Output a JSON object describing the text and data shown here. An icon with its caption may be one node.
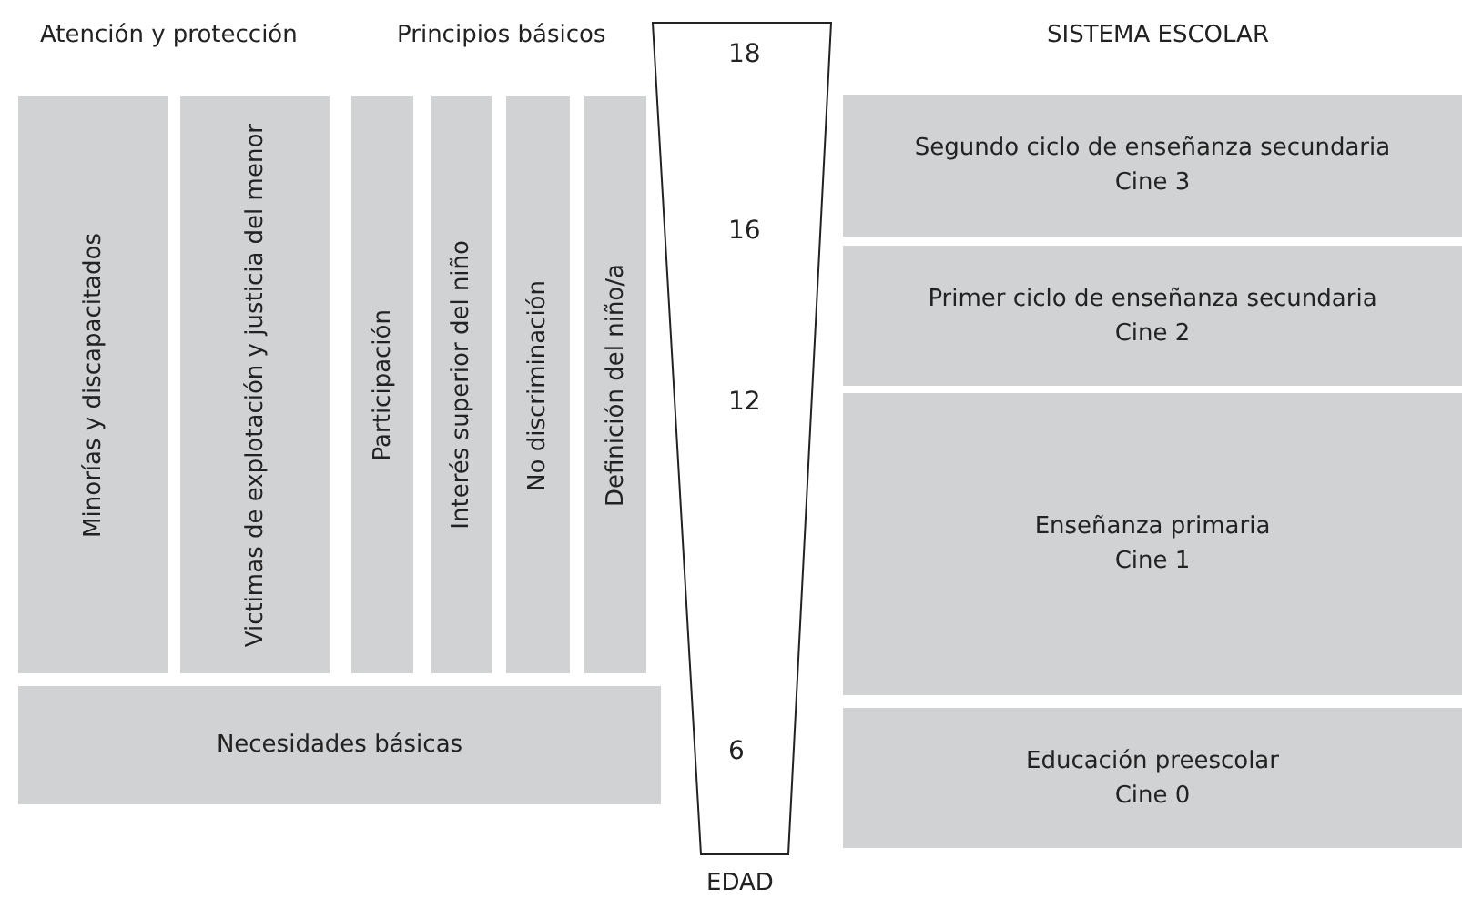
{
  "diagram": {
    "nodes": [
      {
        "text": [
          "Minorías y discapacitados"
        ]
      },
      {
        "text": [
          "Victimas de explotación y justicia del menor"
        ]
      },
      {
        "text": [
          "Participación"
        ]
      },
      {
        "text": [
          "Interés superior del niño"
        ]
      },
      {
        "text": [
          "No discriminación"
        ]
      },
      {
        "text": [
          "Definición del niño/a"
        ]
      },
      {
        "text": [
          "Necesidades básicas"
        ]
      },
      {
        "text": [
          "18",
          "16",
          "12",
          "6"
        ],
        "beside": [
          "EDAD"
        ]
      },
      {
        "text": [
          "Segundo ciclo de enseñanza secundaria",
          "Cine 3"
        ]
      },
      {
        "text": [
          "Primer ciclo de enseñanza secundaria",
          "Cine 2"
        ]
      },
      {
        "text": [
          "Enseñanza primaria",
          "Cine 1"
        ]
      },
      {
        "text": [
          "Educación preescolar",
          "Cine 0"
        ]
      }
    ],
    "edges": [],
    "labels": [
      "Atención y protección",
      "Principios básicos",
      "SISTEMA ESCOLAR"
    ]
  }
}
